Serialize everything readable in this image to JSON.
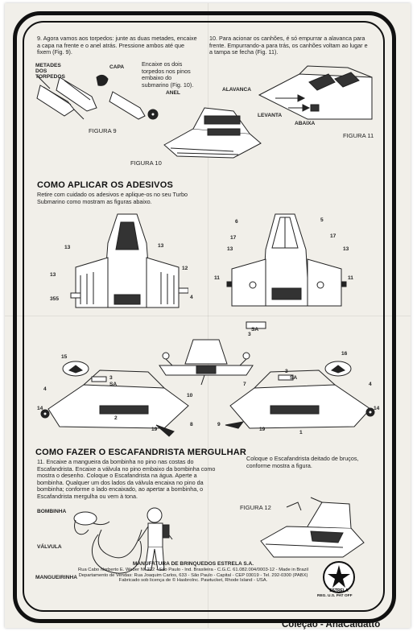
{
  "step9": {
    "text": "9. Agora vamos aos torpedos: junte as duas metades, encaixe a capa na frente e o anel atrás. Pressione ambos até que fixem (Fig. 9).",
    "labels": {
      "metades": "METADES DOS TORPEDOS",
      "capa": "CAPA",
      "anel": "ANEL"
    },
    "note": "Encaixe os dois torpedos nos pinos embaixo do submarino (Fig. 10).",
    "figure9": "FIGURA 9",
    "figure10": "FIGURA 10"
  },
  "step10": {
    "text": "10. Para acionar os canhões, é só empurrar a alavanca para frente. Empurrando-a para trás, os canhões voltam ao lugar e a tampa se fecha (Fig. 11).",
    "labels": {
      "alavanca": "ALAVANCA",
      "levanta": "LEVANTA",
      "abaixa": "ABAIXA"
    },
    "figure11": "FIGURA 11"
  },
  "adesivos": {
    "title": "COMO APLICAR OS ADESIVOS",
    "text": "Retire com cuidado os adesivos e aplique-os no seu Turbo Submarino como mostram as figuras abaixo.",
    "callouts": [
      "13",
      "13",
      "13",
      "12",
      "4",
      "355",
      "6",
      "5",
      "17",
      "17",
      "13",
      "13",
      "11",
      "11",
      "SA",
      "3",
      "15",
      "16",
      "3",
      "SA",
      "7",
      "SA",
      "3",
      "4",
      "14",
      "14",
      "2",
      "19",
      "8",
      "9",
      "19",
      "1",
      "10",
      "4"
    ]
  },
  "escafandrista": {
    "title": "COMO FAZER O ESCAFANDRISTA MERGULHAR",
    "step11": "11. Encaixe a mangueira da bombinha no pino nas costas do Escafandrista. Encaixe a válvula no pino embaixo da bombinha como mostra o desenho. Coloque o Escafandrista na água. Aperte a bombinha. Qualquer um dos lados da válvula encaixa no pino da bombinha; conforme o lado encaixado, ao apertar a bombinha, o Escafandrista mergulha ou vem à tona.",
    "labels": {
      "bombinha": "BOMBINHA",
      "valvula": "VÁLVULA",
      "mangueirinha": "MANGUEIRINHA"
    },
    "note": "Coloque o Escafandrista deitado de bruços, conforme mostra a figura.",
    "figure12": "FIGURA 12"
  },
  "footer": {
    "company": "MANUFATURA DE BRINQUEDOS ESTRELA S.A.",
    "line1": "Rua Cabo Norberto E. Weber Nº 222 - São Paulo - Ind. Brasileira - C.G.C. 61.082.004/0003-12 - Made in Brazil",
    "line2": "Departamento de Vendas: Rua Joaquim Carlos, 633 - São Paulo - Capital - CEP 03019 - Tel. 292-0300 (PABX)",
    "line3": "Fabricado sob licença de © HasbroInc. Pawtucket, Rhode Island - USA.",
    "logo_text": "ESTRELA",
    "reg": "REG. U.S. PAT OFF"
  },
  "credit": "Coleção   - AnaCaldatto",
  "colors": {
    "paper": "#f1efe9",
    "ink": "#111111"
  }
}
